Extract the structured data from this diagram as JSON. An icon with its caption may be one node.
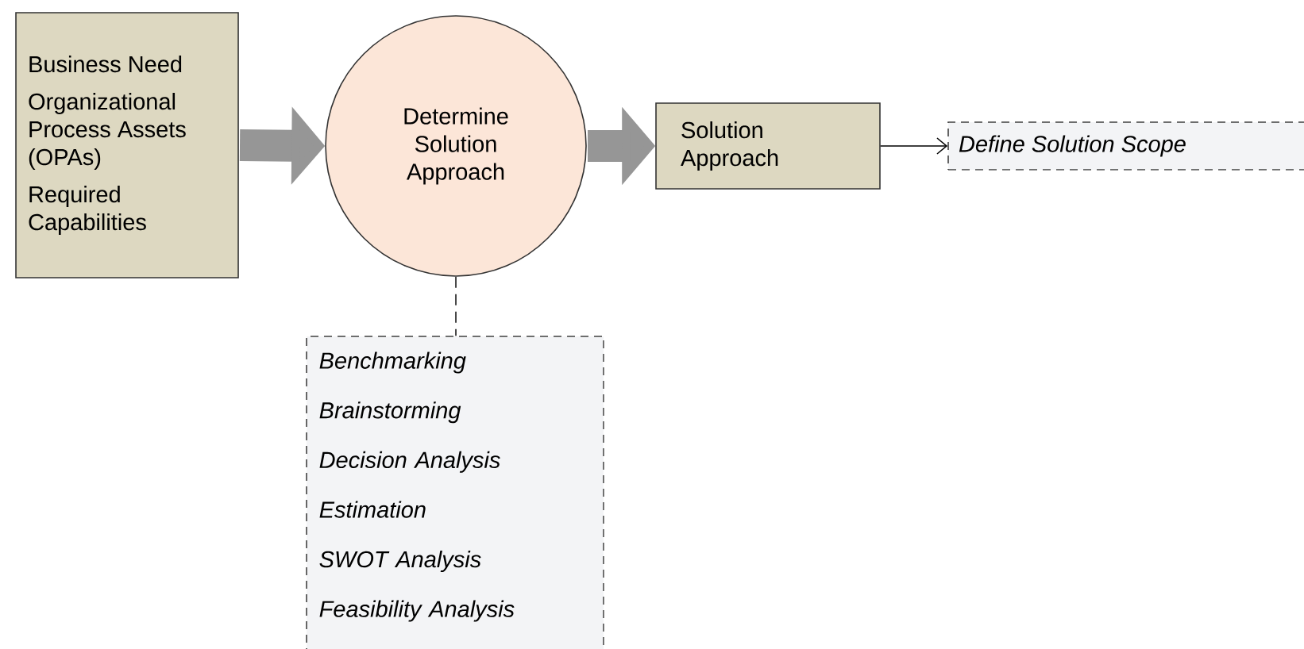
{
  "diagram": {
    "nodes": [
      {
        "text": [
          "Business Need",
          "Organizational Process Assets (OPAs)",
          "Required Capabilities"
        ]
      },
      {
        "text": [
          "Determine Solution Approach"
        ]
      },
      {
        "text": [
          "Solution Approach"
        ]
      },
      {
        "text": [
          "*Define Solution Scope*"
        ]
      },
      {
        "text": [
          "*Benchmarking*",
          "*Brainstorming*",
          "*Decision Analysis*",
          "*Estimation*",
          "*SWOT Analysis*",
          "*Feasibility Analysis*"
        ]
      }
    ],
    "edges": [
      {
        "from": 0,
        "to": 1,
        "arrow": "to",
        "style": "thick",
        "color": "#969696"
      },
      {
        "from": 1,
        "to": 2,
        "arrow": "to",
        "style": "thick",
        "color": "#969696"
      },
      {
        "from": 2,
        "to": 3,
        "arrow": "to",
        "color": "#000000"
      },
      {
        "from": 1,
        "to": 4,
        "arrow": "none",
        "style": "dashed",
        "color": "#333333"
      }
    ]
  }
}
